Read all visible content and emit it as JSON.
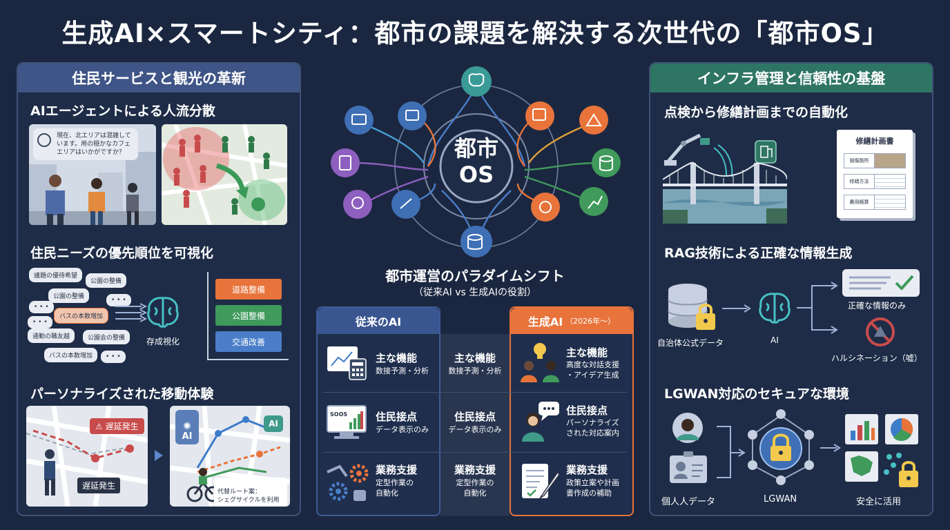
{
  "title": "生成AI×スマートシティ：都市の課題を解決する次世代の「都市OS」",
  "left_panel": {
    "header": "住民サービスと観光の革新",
    "s1_title": "AIエージェントによる人流分散",
    "s1_bubble": "現在、北エリアは混雑しています。用の穏かなカフェエリアはいかがですか？",
    "s2_title": "住民ニーズの優先順位を可視化",
    "s2_bubbles": [
      "議題の優待希望",
      "公園の整備",
      "公園の整備",
      "バスの本数増加",
      "通勤の職友越",
      "公園会の整備",
      "バスの本数増加"
    ],
    "s2_brain_label": "存成視化",
    "s2_priority": [
      "道路整備",
      "公園整備",
      "交通改善"
    ],
    "s3_title": "パーソナライズされた移動体験",
    "s3_alert": "遅延発生",
    "s3_delay": "遅延発生",
    "s3_ai1": "AI",
    "s3_ai2": "AI",
    "s3_route": "代替ルート案：\nシェグサイクルを利用"
  },
  "center": {
    "hub_line1": "都市",
    "hub_line2": "OS",
    "paradigm_title": "都市運営のパラダイムシフト",
    "paradigm_sub": "（従来AI vs 生成AIの役割）",
    "col_old": "従来のAI",
    "col_new": "生成AI",
    "col_new_year": "（2026年～）",
    "rows": [
      {
        "old_title": "主な機能",
        "old_sub": "数接予測・分析",
        "mid_title": "主な機能",
        "mid_sub": "数接予測・分析",
        "new_title": "主な機能",
        "new_sub": "高度な対話支援\n・アイデア生成"
      },
      {
        "old_title": "住民接点",
        "old_sub": "データ表示のみ",
        "mid_title": "住民接点",
        "mid_sub": "データ表示のみ",
        "new_title": "住民接点",
        "new_sub": "パーソナライズ\nされた対応案内"
      },
      {
        "old_title": "業務支援",
        "old_sub": "定型作業の\n自動化",
        "mid_title": "業務支援",
        "mid_sub": "定型作業の\n自動化",
        "new_title": "業務支援",
        "new_sub": "政策立案や計画\n書作成の補助"
      }
    ],
    "monitor_label": "SOOS"
  },
  "right_panel": {
    "header": "インフラ管理と信頼性の基盤",
    "s1_title": "点検から修繕計画までの自動化",
    "doc_title": "修繕計画書",
    "doc_rows": [
      "損傷箇所",
      "修繕方法",
      "費用概算"
    ],
    "s2_title": "RAG技術による正確な情報生成",
    "s2_db_label": "自治体公式データ",
    "s2_ai_label": "AI",
    "s2_ok_label": "正確な情報のみ",
    "s2_ng_label": "ハルシネーション（嘘）",
    "s3_title": "LGWAN対応のセキュアな環境",
    "s3_person_label": "個人人データ",
    "s3_lgwan_label": "LGWAN",
    "s3_safe_label": "安全に活用"
  },
  "colors": {
    "bg": "#1b2740",
    "left_header": "#3f5587",
    "right_header": "#2f7563",
    "orange": "#e8743b",
    "green": "#3f9a5b",
    "blue": "#4a7ec8"
  }
}
